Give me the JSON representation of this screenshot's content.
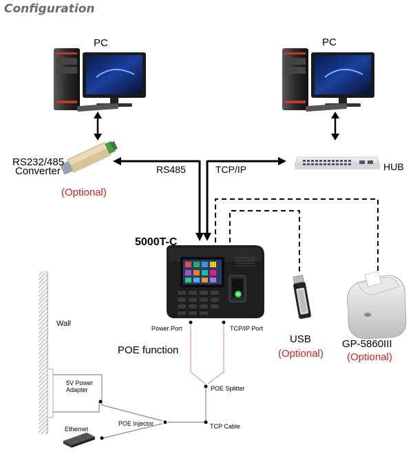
{
  "title": "Configuration",
  "pc_left": {
    "label": "PC"
  },
  "pc_right": {
    "label": "PC"
  },
  "converter": {
    "label_line1": "RS232/485",
    "label_line2": "Converter",
    "optional": "(Optional)"
  },
  "links": {
    "rs485": "RS485",
    "tcpip": "TCP/IP"
  },
  "hub": {
    "label": "HUB"
  },
  "device": {
    "model": "5000T-C",
    "power_port": "Power Port",
    "tcpip_port": "TCP/IP Port"
  },
  "usb": {
    "label": "USB",
    "optional": "(Optional)"
  },
  "printer": {
    "label": "GP-5860III",
    "optional": "(Optional)"
  },
  "wall": {
    "label": "Wall"
  },
  "poe": {
    "function": "POE function",
    "power_adapter_line1": "5V Power",
    "power_adapter_line2": "Adapter",
    "splitter": "POE Splitter",
    "injector": "POE Injector",
    "tcp_cable": "TCP Cable",
    "ethernet": "Ethernet"
  },
  "colors": {
    "red": "#d81e1e",
    "orange_line": "#e89a8a",
    "grey_line": "#888888",
    "title_grey": "#6b6b6b"
  }
}
